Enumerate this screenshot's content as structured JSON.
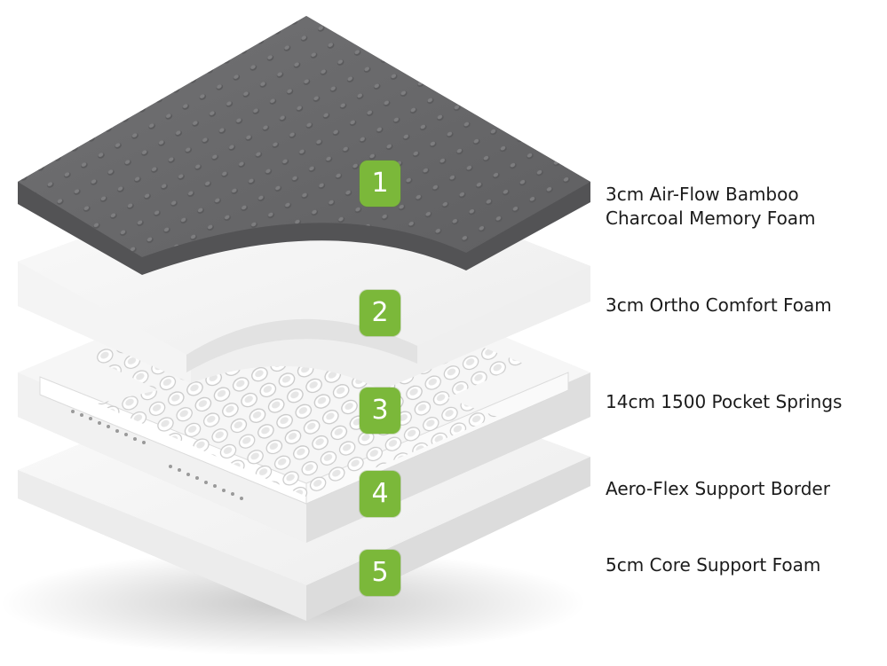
{
  "colors": {
    "badge_green": "#7bb83a",
    "top_layer_grey": "#6e6e70",
    "foam_white": "#f4f4f4",
    "label_text": "#1b1b1b"
  },
  "layers": [
    {
      "number": "1",
      "label_line1": "3cm Air-Flow Bamboo",
      "label_line2": "Charcoal Memory Foam"
    },
    {
      "number": "2",
      "label_line1": "3cm Ortho Comfort Foam"
    },
    {
      "number": "3",
      "label_line1": "14cm 1500 Pocket Springs"
    },
    {
      "number": "4",
      "label_line1": "Aero-Flex Support Border"
    },
    {
      "number": "5",
      "label_line1": "5cm Core Support Foam"
    }
  ]
}
